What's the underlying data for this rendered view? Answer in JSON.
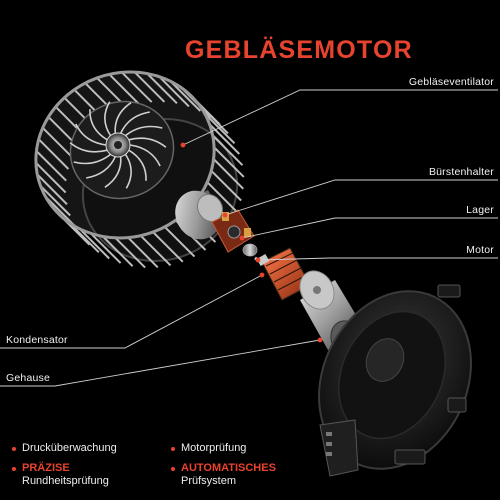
{
  "title": "GEBLÄSEMOTOR",
  "labels": {
    "fan": "Gebläseventilator",
    "brush_holder": "Bürstenhalter",
    "bearing": "Lager",
    "motor": "Motor",
    "capacitor": "Kondensator",
    "housing": "Gehause"
  },
  "features": [
    {
      "highlight": "",
      "text": "Drucküberwachung"
    },
    {
      "highlight": "",
      "text": "Motorprüfung"
    },
    {
      "highlight": "PRÄZISE",
      "text": "Rundheitsprüfung"
    },
    {
      "highlight": "AUTOMATISCHES",
      "text": "Prüfsystem"
    }
  ],
  "colors": {
    "accent": "#e8432f",
    "background": "#000000",
    "line": "#cfcfcf"
  }
}
